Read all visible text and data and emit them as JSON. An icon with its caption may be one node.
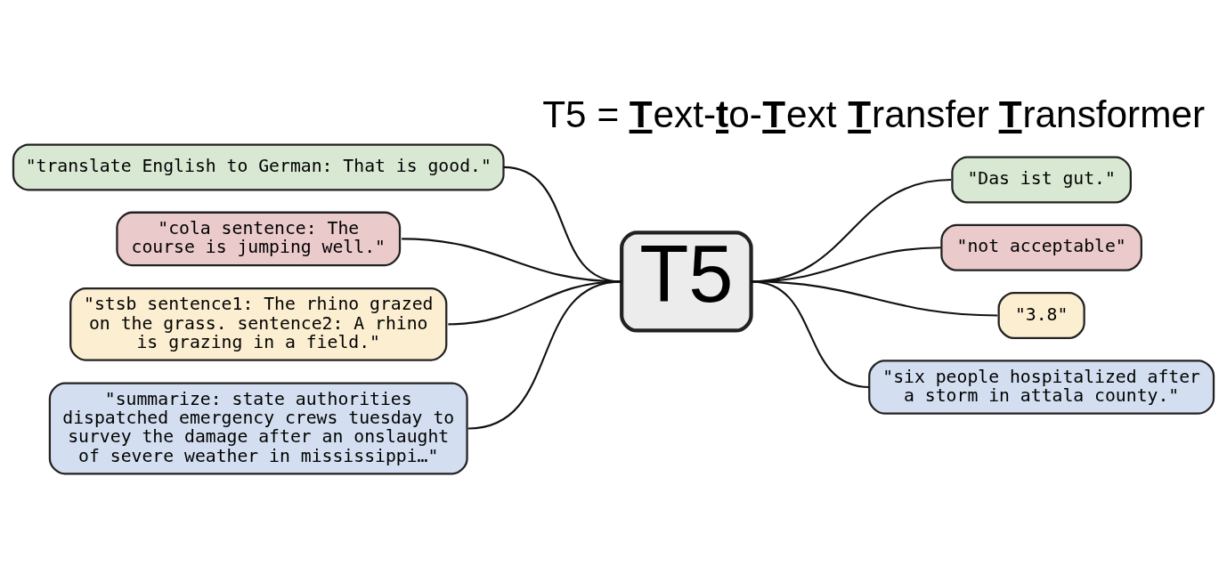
{
  "diagram": {
    "title": "T5 = **T**ext-**t**o-**T**ext **T**ransfer **T**ransformer",
    "nodes": [
      {
        "text": [
          "\"translate English to German: That is good.\""
        ]
      },
      {
        "text": [
          "\"cola sentence: The course is jumping well.\""
        ]
      },
      {
        "text": [
          "\"stsb sentence1: The rhino grazed on the grass. sentence2: A rhino is grazing in a field.\""
        ]
      },
      {
        "text": [
          "\"summarize: state authorities dispatched emergency crews tuesday to survey the damage after an onslaught of severe weather in mississippi…\""
        ]
      },
      {
        "text": [
          "T5"
        ]
      },
      {
        "text": [
          "\"Das ist gut.\""
        ]
      },
      {
        "text": [
          "\"not acceptable\""
        ]
      },
      {
        "text": [
          "\"3.8\""
        ]
      },
      {
        "text": [
          "\"six people hospitalized after a storm in attala county.\""
        ]
      }
    ],
    "edges": [
      {
        "from": 0,
        "to": 4,
        "arrow": "none"
      },
      {
        "from": 1,
        "to": 4,
        "arrow": "none"
      },
      {
        "from": 2,
        "to": 4,
        "arrow": "none"
      },
      {
        "from": 3,
        "to": 4,
        "arrow": "none"
      },
      {
        "from": 4,
        "to": 5,
        "arrow": "none"
      },
      {
        "from": 4,
        "to": 6,
        "arrow": "none"
      },
      {
        "from": 4,
        "to": 7,
        "arrow": "none"
      },
      {
        "from": 4,
        "to": 8,
        "arrow": "none"
      }
    ]
  }
}
